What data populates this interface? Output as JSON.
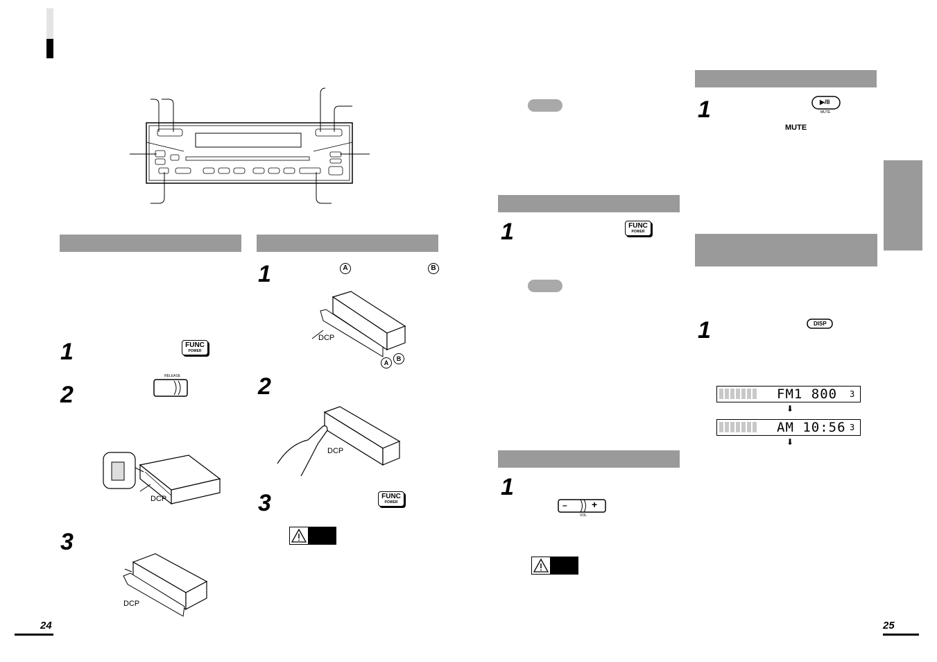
{
  "pages": {
    "left": "24",
    "right": "25"
  },
  "labels": {
    "dcp": "DCP",
    "release": "RELEASE",
    "mute_caption": "MUTE",
    "mute_key_caption": "MUTE",
    "vol_caption": "VOL",
    "circle_a": "A",
    "circle_b": "B",
    "release_tab": "RELEASE"
  },
  "buttons": {
    "func_line1": "FUNC",
    "func_line2": "POWER",
    "disp": "DISP",
    "play_pause": "▶/II",
    "vol_minus": "–",
    "vol_plus": "+"
  },
  "steps": {
    "s1": "1",
    "s2": "2",
    "s3": "3"
  },
  "display_examples": {
    "line1": "FM1 800",
    "line1_ch": "3",
    "line2": "AM 10:56",
    "line2_ch": "3"
  },
  "colors": {
    "section_bar": "#9a9a9a",
    "pill": "#a9a9a9"
  }
}
